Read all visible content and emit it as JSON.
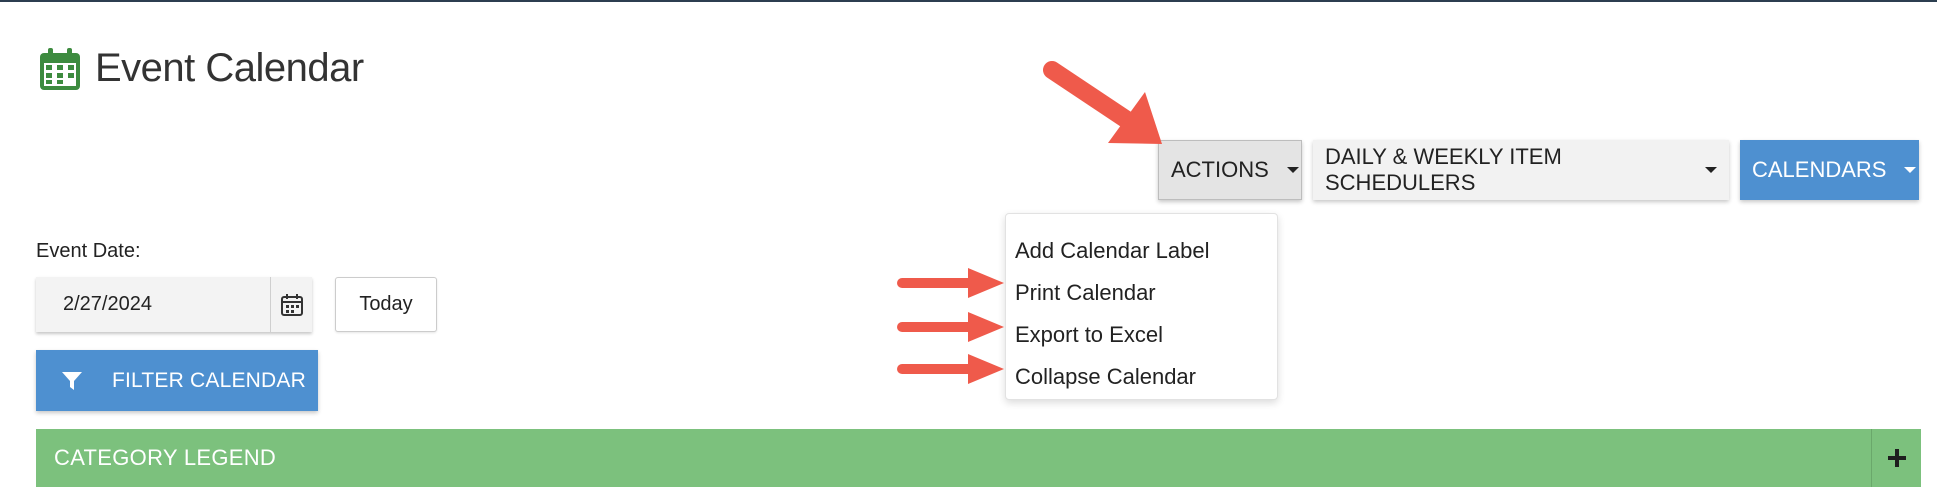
{
  "header": {
    "title": "Event Calendar",
    "icon": "calendar-icon",
    "icon_color": "#3d8b3f"
  },
  "toolbar": {
    "actions_label": "ACTIONS",
    "schedulers_label": "DAILY & WEEKLY ITEM SCHEDULERS",
    "calendars_label": "CALENDARS",
    "primary_color": "#4e90d0"
  },
  "actions_menu": {
    "items": [
      {
        "label": "Add Calendar Label"
      },
      {
        "label": "Print Calendar"
      },
      {
        "label": "Export to Excel"
      },
      {
        "label": "Collapse Calendar"
      }
    ]
  },
  "event_date": {
    "label": "Event Date:",
    "value": "2/27/2024",
    "today_label": "Today"
  },
  "filter": {
    "label": "FILTER CALENDAR"
  },
  "legend": {
    "label": "CATEGORY LEGEND",
    "toggle_icon": "plus-icon",
    "color": "#7cc17d"
  },
  "annotations": {
    "arrow_color": "#ef5a4b"
  }
}
